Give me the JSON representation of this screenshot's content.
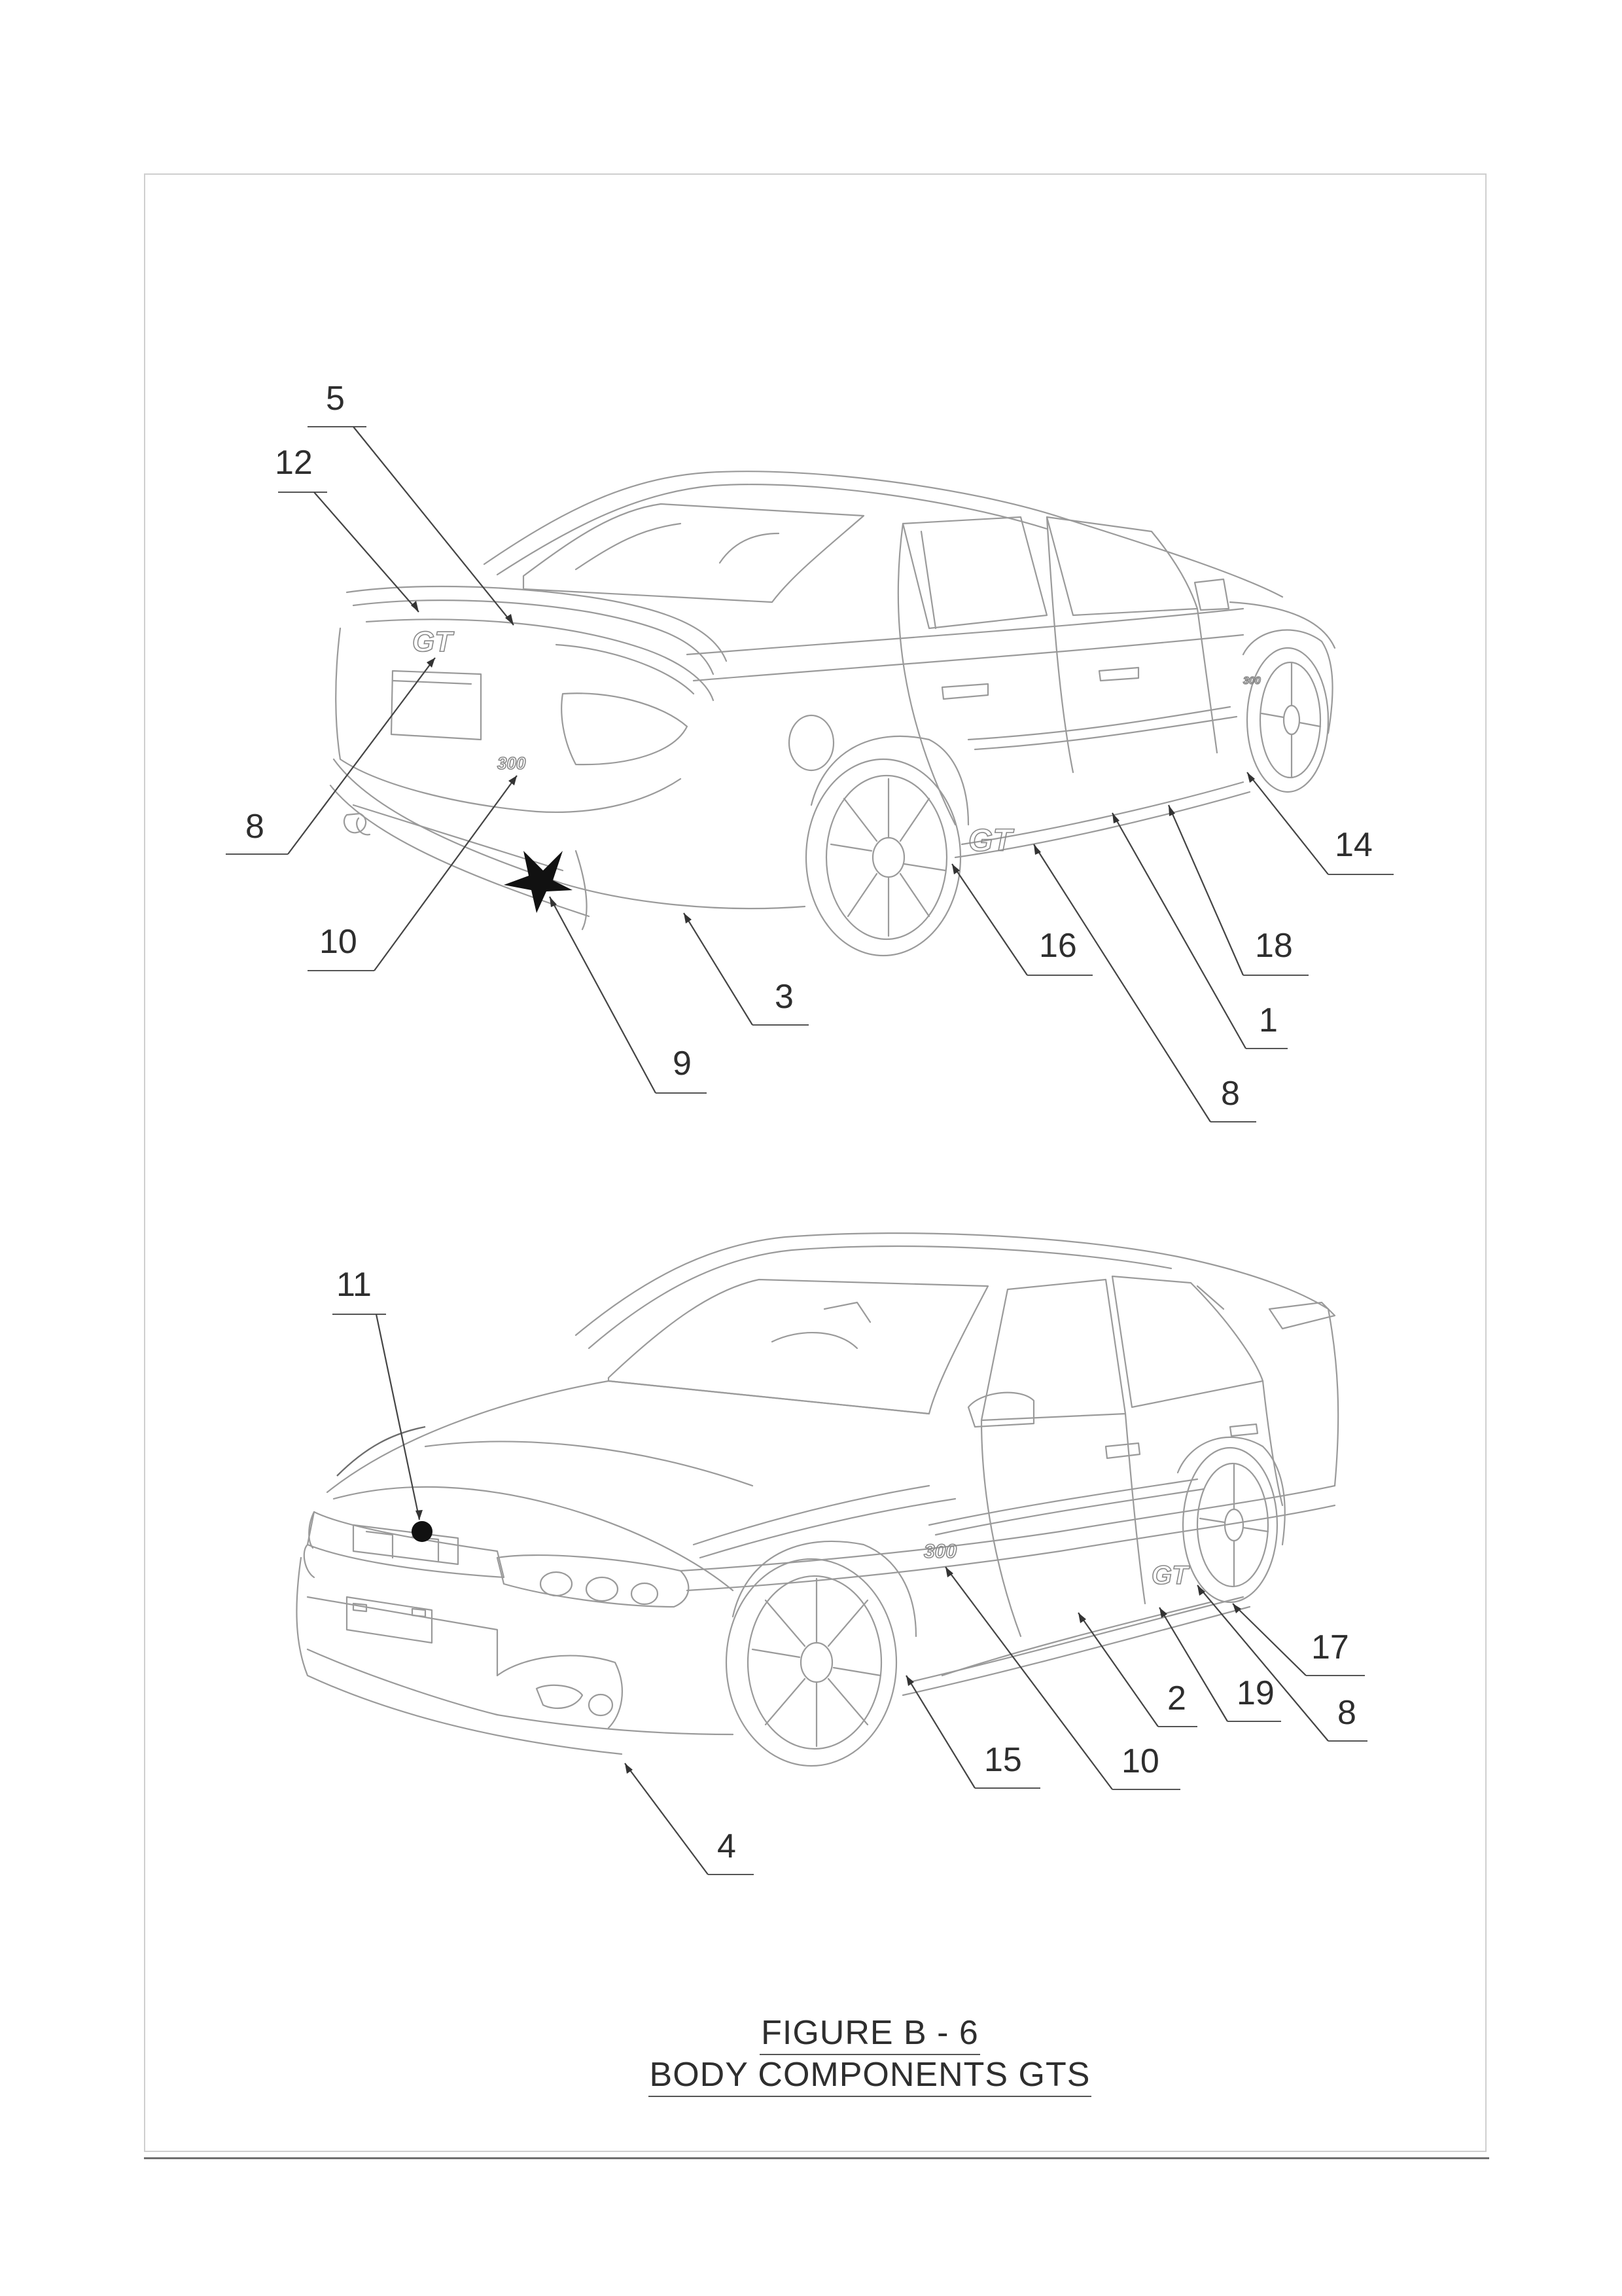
{
  "figure": {
    "caption_line_1": "FIGURE B - 6",
    "caption_line_2": "BODY COMPONENTS GTS"
  },
  "views": {
    "rear_view": {
      "callouts": [
        {
          "id": "r5",
          "label": "5"
        },
        {
          "id": "r12",
          "label": "12"
        },
        {
          "id": "r8a",
          "label": "8"
        },
        {
          "id": "r10",
          "label": "10"
        },
        {
          "id": "r3",
          "label": "3"
        },
        {
          "id": "r9",
          "label": "9"
        },
        {
          "id": "r16",
          "label": "16"
        },
        {
          "id": "r8b",
          "label": "8"
        },
        {
          "id": "r1",
          "label": "1"
        },
        {
          "id": "r18",
          "label": "18"
        },
        {
          "id": "r14",
          "label": "14"
        }
      ]
    },
    "front_view": {
      "callouts": [
        {
          "id": "f11",
          "label": "11"
        },
        {
          "id": "f4",
          "label": "4"
        },
        {
          "id": "f15",
          "label": "15"
        },
        {
          "id": "f10",
          "label": "10"
        },
        {
          "id": "f2",
          "label": "2"
        },
        {
          "id": "f19",
          "label": "19"
        },
        {
          "id": "f8",
          "label": "8"
        },
        {
          "id": "f17",
          "label": "17"
        }
      ]
    }
  },
  "badges": {
    "model_badge": "GT",
    "number_badge": "300"
  },
  "colors": {
    "linework": "#9a9a9a",
    "callout_text": "#2e2e2e",
    "frame": "#cfcfcf"
  }
}
